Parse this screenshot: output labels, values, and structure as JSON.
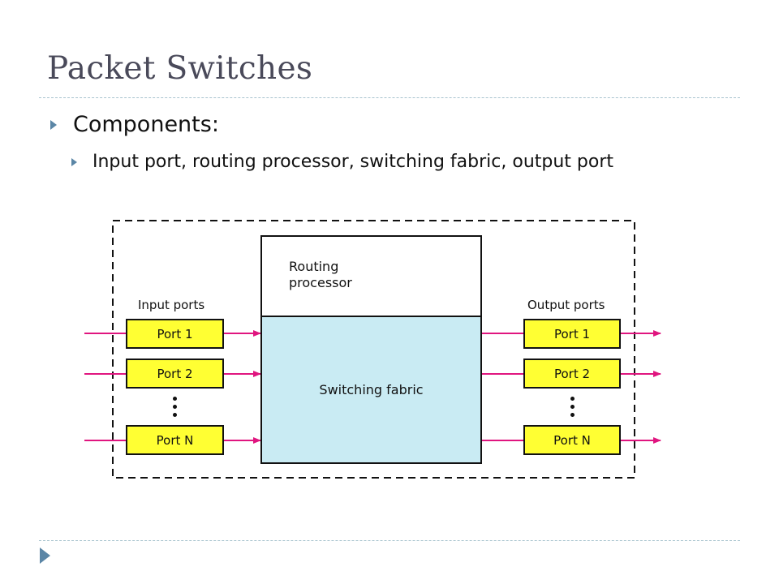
{
  "slide": {
    "title": "Packet Switches",
    "bullets": [
      {
        "level": 1,
        "text": "Components:"
      },
      {
        "level": 2,
        "text": "Input port, routing processor, switching fabric, output port"
      }
    ]
  },
  "diagram": {
    "routing_processor": "Routing\nprocessor",
    "switching_fabric": "Switching fabric",
    "input_ports_label": "Input ports",
    "output_ports_label": "Output ports",
    "input_ports": [
      "Port 1",
      "Port 2",
      "Port N"
    ],
    "output_ports": [
      "Port 1",
      "Port 2",
      "Port N"
    ],
    "colors": {
      "arrow": "#e0157f",
      "port_fill": "#ffff33",
      "fabric_fill": "#c9ebf3",
      "table_header": "#f08fc0",
      "bullet": "#5b86a6"
    }
  }
}
